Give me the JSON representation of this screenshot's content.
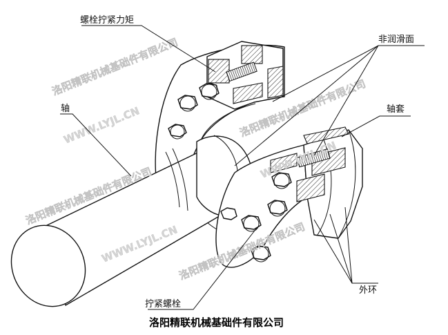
{
  "labels": {
    "bolt_torque": "螺栓拧紧力矩",
    "non_lubricated_surface": "非润滑面",
    "shaft": "轴",
    "hub": "轴套",
    "outer_ring": "外环",
    "tightening_bolt": "拧紧螺栓"
  },
  "caption": "洛阳精联机械基础件有限公司",
  "watermark": {
    "company": "洛阳精联机械基础件有限公司",
    "url": "WWW.LYJL.CN"
  }
}
